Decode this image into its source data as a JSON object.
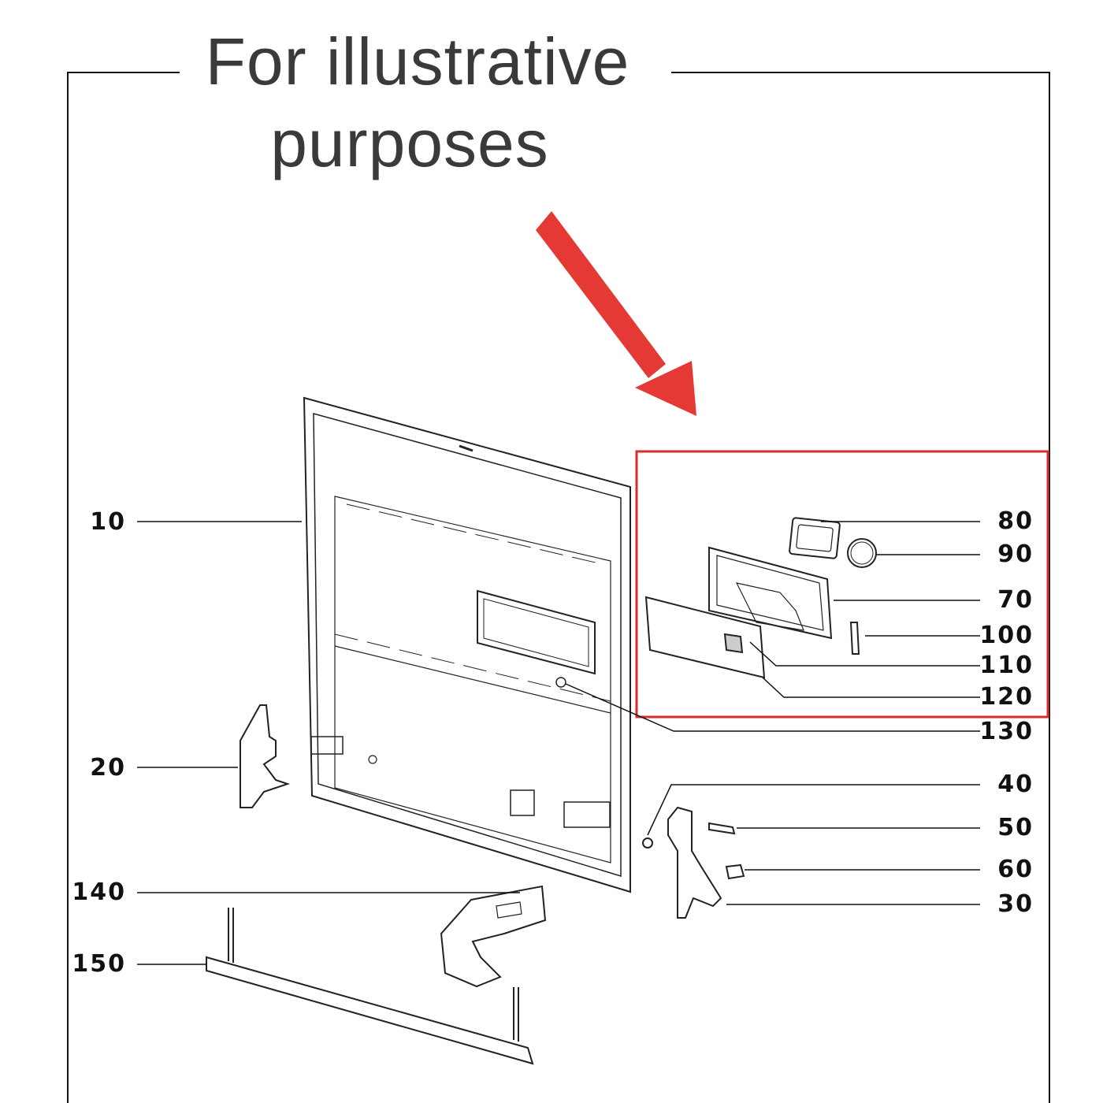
{
  "title": {
    "line1": "For illustrative",
    "line2": "purposes"
  },
  "callouts": {
    "left": [
      "10",
      "20",
      "140",
      "150"
    ],
    "right": [
      "80",
      "90",
      "70",
      "100",
      "110",
      "120",
      "130",
      "40",
      "50",
      "60",
      "30"
    ]
  },
  "colors": {
    "arrow": "#e53935",
    "highlight_box": "#d32f2f",
    "lines": "#111111"
  }
}
